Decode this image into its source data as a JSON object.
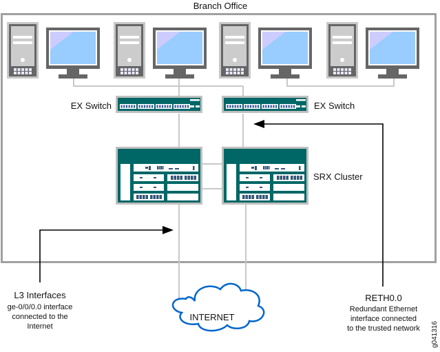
{
  "title": "Branch Office",
  "workstations": [
    {
      "id": "ws1"
    },
    {
      "id": "ws2"
    },
    {
      "id": "ws3"
    },
    {
      "id": "ws4"
    }
  ],
  "switches": [
    {
      "label": "EX Switch",
      "side": "left"
    },
    {
      "label": "EX Switch",
      "side": "right"
    }
  ],
  "cluster": {
    "label": "SRX Cluster"
  },
  "cloud": {
    "label": "INTERNET"
  },
  "callouts": {
    "left": {
      "title": "L3 Interfaces",
      "lines": [
        "ge-0/0/0.0 interface",
        "connected to the",
        "Internet"
      ]
    },
    "right": {
      "title": "RETH0.0",
      "lines": [
        "Redundant Ethernet",
        "interface connected",
        "to the trusted network"
      ]
    }
  },
  "figure_id": "g041316",
  "colors": {
    "frame": "#a0a0a0",
    "link": "#c8c8c8",
    "device_teal": "#006666",
    "screen": "#99ccff",
    "cloud": "#0066cc",
    "arrow": "#000000"
  }
}
